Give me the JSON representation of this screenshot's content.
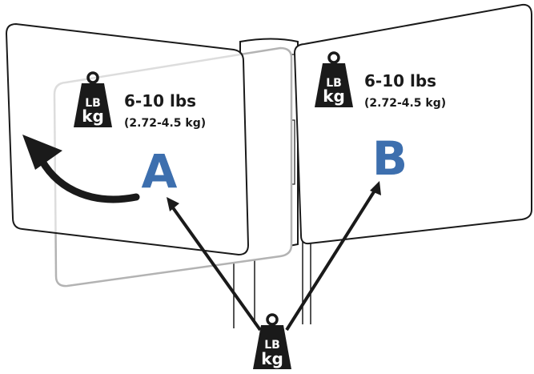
{
  "colors": {
    "label_blue": "#3d6fae",
    "ink": "#1a1a1a",
    "panel_outline": "#1a1a1a",
    "ghost_outline": "#b3b3b3"
  },
  "icons": {
    "weight": "kettlebell-weight-icon"
  },
  "weight_icon_text": {
    "lb": "LB",
    "kg": "kg"
  },
  "panel_a": {
    "letter": "A",
    "weight_lbs": "6-10 lbs",
    "weight_kg": "(2.72-4.5 kg)"
  },
  "panel_b": {
    "letter": "B",
    "weight_lbs": "6-10 lbs",
    "weight_kg": "(2.72-4.5 kg)"
  }
}
